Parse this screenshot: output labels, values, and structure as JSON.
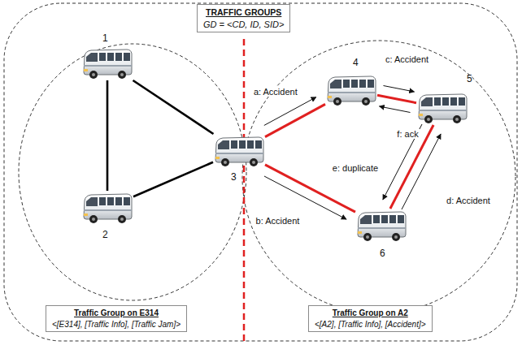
{
  "diagram": {
    "nodes": [
      {
        "text": [
          "TRAFFIC GROUPS",
          "GD = <CD, ID, SID>"
        ]
      },
      {
        "text": [
          "1"
        ]
      },
      {
        "text": [
          "2"
        ]
      },
      {
        "text": [
          "3"
        ]
      },
      {
        "text": [
          "4"
        ]
      },
      {
        "text": [
          "5"
        ]
      },
      {
        "text": [
          "6"
        ]
      },
      {
        "text": [
          "Traffic Group on E314",
          "<[E314], [Traffic Info], [Traffic Jam]>"
        ]
      },
      {
        "text": [
          "Traffic Group on A2",
          "<[A2], [Traffic Info], [Accident]>"
        ]
      }
    ],
    "edges": [
      {
        "from": 1,
        "to": 2,
        "arrow": "none"
      },
      {
        "from": 1,
        "to": 3,
        "arrow": "none"
      },
      {
        "from": 2,
        "to": 3,
        "arrow": "none"
      },
      {
        "from": 3,
        "to": 4,
        "arrow": "none"
      },
      {
        "from": 3,
        "to": 6,
        "arrow": "none"
      },
      {
        "from": 4,
        "to": 5,
        "arrow": "none"
      },
      {
        "from": 6,
        "to": 5,
        "arrow": "none"
      },
      {
        "from": 3,
        "to": 4,
        "arrow": "to",
        "label": "a: Accident"
      },
      {
        "from": 3,
        "to": 6,
        "arrow": "to",
        "label": "b: Accident"
      },
      {
        "from": 4,
        "to": 5,
        "arrow": "to",
        "label": "c: Accident"
      },
      {
        "from": 6,
        "to": 5,
        "arrow": "to",
        "label": "d: Accident"
      },
      {
        "from": 5,
        "to": 6,
        "arrow": "to",
        "label": "e: duplicate"
      },
      {
        "from": 5,
        "to": 4,
        "arrow": "to",
        "label": "f: ack"
      }
    ]
  }
}
